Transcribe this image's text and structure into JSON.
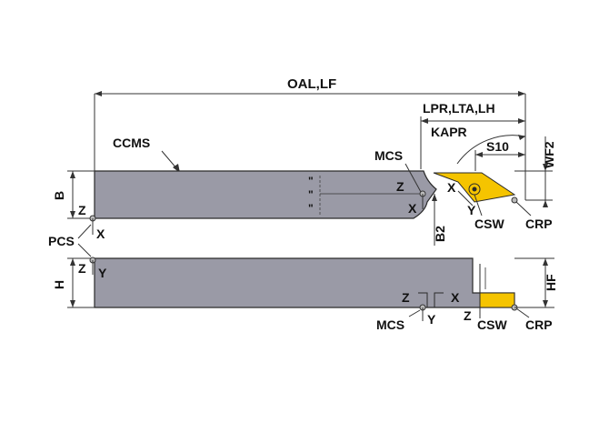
{
  "labels": {
    "oal": "OAL,LF",
    "lpr": "LPR,LTA,LH",
    "kapr": "KAPR",
    "s10": "S10",
    "wf2": "WF2",
    "ccms": "CCMS",
    "mcs": "MCS",
    "b": "B",
    "b2": "B2",
    "pcs": "PCS",
    "h": "H",
    "hf": "HF",
    "csw": "CSW",
    "crp": "CRP",
    "x": "X",
    "y": "Y",
    "z": "Z",
    "inch_mark": "\""
  },
  "colors": {
    "body_fill": "#9a9aa6",
    "body_stroke": "#2a2a2a",
    "insert_fill": "#f5c400",
    "dim_line": "#333333"
  }
}
